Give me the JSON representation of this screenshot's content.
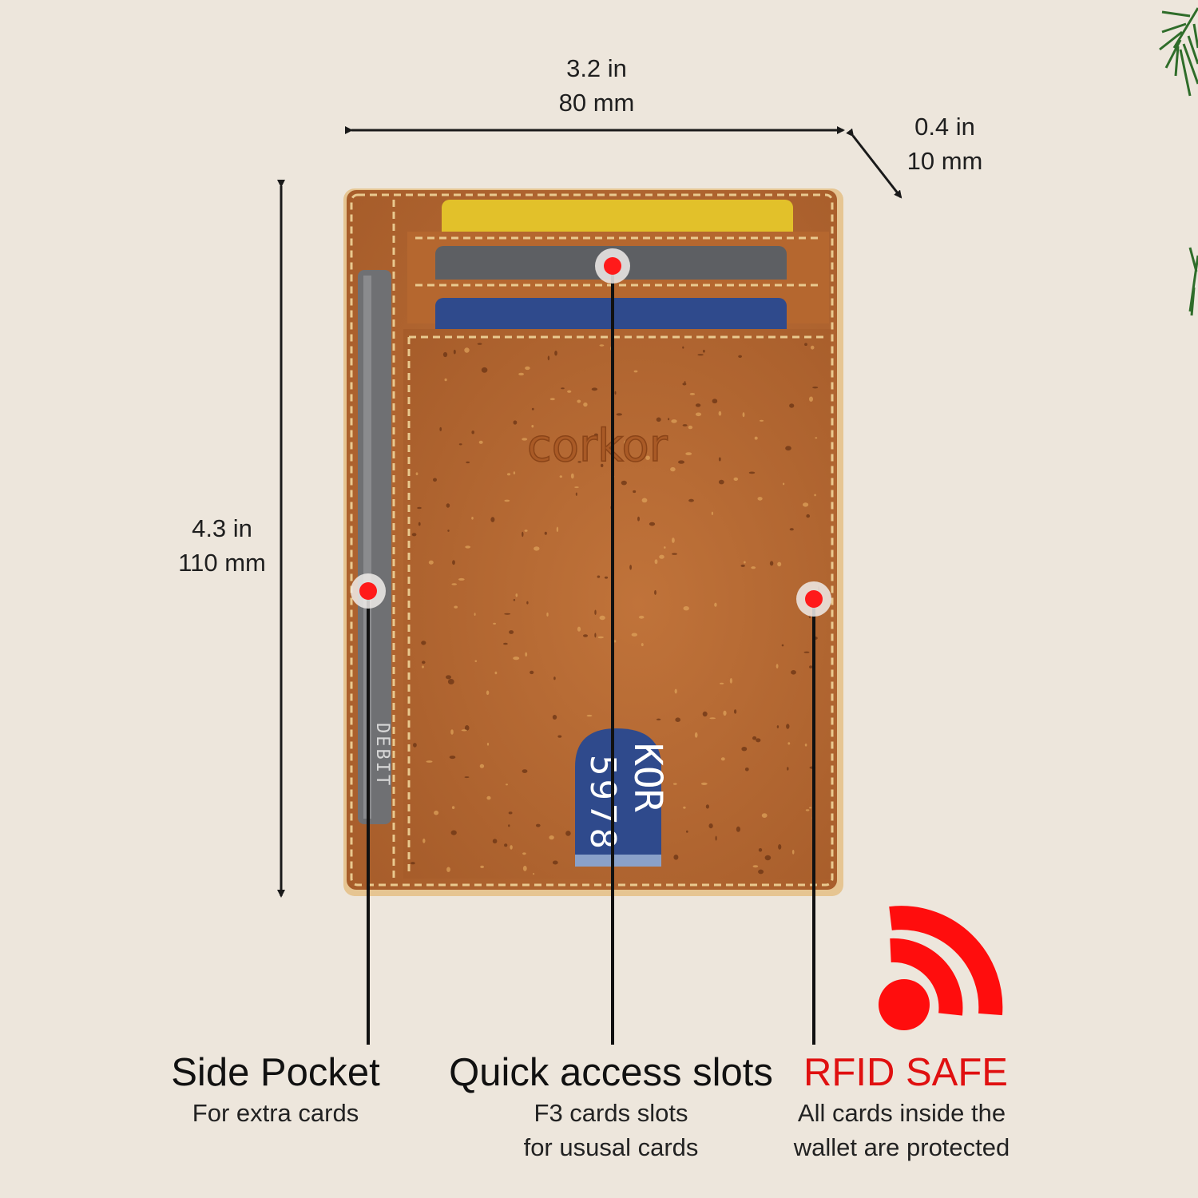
{
  "dimensions": {
    "width": {
      "inches": "3.2 in",
      "mm": "80 mm"
    },
    "depth": {
      "inches": "0.4 in",
      "mm": "10 mm"
    },
    "height": {
      "inches": "4.3 in",
      "mm": "110 mm"
    }
  },
  "brand": {
    "embossed_logo": "corkor"
  },
  "cards": {
    "side_card_text": "DEBIT",
    "window_card_brand": "KOR",
    "window_card_number": "5978"
  },
  "callouts": {
    "side_pocket": {
      "title": "Side Pocket",
      "subtitle": [
        "For extra cards"
      ]
    },
    "quick_access": {
      "title": "Quick access slots",
      "subtitle": [
        "F3 cards slots",
        "for ususal cards"
      ]
    },
    "rfid": {
      "title": "RFID SAFE",
      "subtitle": [
        "All cards inside the",
        "wallet are protected"
      ],
      "accent_color": "#e01010"
    }
  },
  "colors": {
    "background": "#ede6dc",
    "cork": "#b86a34",
    "stitch": "#e9c98f",
    "card_yellow": "#e2c12a",
    "card_gray": "#5d5f63",
    "card_blue": "#2f4a8c",
    "marker_red": "#ff1a1a"
  },
  "icons": {
    "rfid": "wifi-signal-icon",
    "decoration": "pine-branch-icon"
  }
}
